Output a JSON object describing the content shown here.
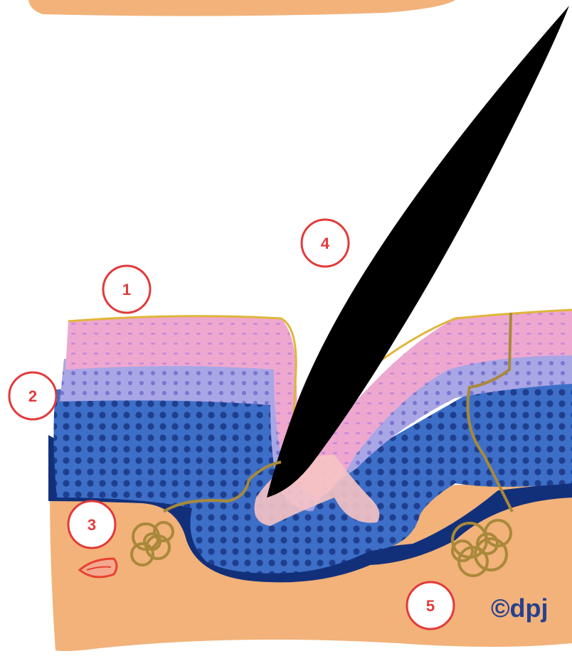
{
  "labels": {
    "one": "1",
    "two": "2",
    "three": "3",
    "four": "4",
    "five": "5"
  },
  "copyright": "©dpj",
  "colors": {
    "background": "#ffffff",
    "dermis": "#f2b27a",
    "stratum_corneum_edge": "#e0b53a",
    "upper_epidermis": "#eea8cf",
    "mid_epidermis": "#a9a6e6",
    "basal_epidermis": "#3d6fc8",
    "basal_dots": "#1f3f8e",
    "hair_shaft": "#000000",
    "nerve": "#a8893a",
    "blood_vessel": "#e8412f",
    "callout": "#e23a3a",
    "copyright_text": "#27418e"
  },
  "icons": {
    "hair": "hair-shaft",
    "sweat_gland": "coiled-gland",
    "vessel": "blood-vessel"
  }
}
